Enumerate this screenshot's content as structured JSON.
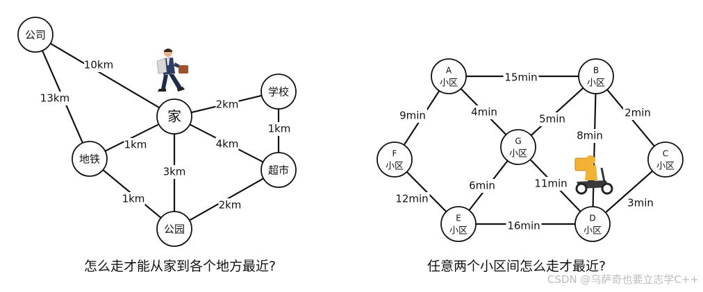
{
  "left_graph": {
    "caption": "怎么走才能从家到各个地方最近?",
    "nodes": [
      {
        "id": "company",
        "label": "公司"
      },
      {
        "id": "home",
        "label": "家"
      },
      {
        "id": "school",
        "label": "学校"
      },
      {
        "id": "metro",
        "label": "地铁"
      },
      {
        "id": "supermarket",
        "label": "超市"
      },
      {
        "id": "park",
        "label": "公园"
      }
    ],
    "edges": [
      {
        "from": "company",
        "to": "home",
        "label": "10km"
      },
      {
        "from": "company",
        "to": "metro",
        "label": "13km"
      },
      {
        "from": "home",
        "to": "school",
        "label": "2km"
      },
      {
        "from": "school",
        "to": "supermarket",
        "label": "1km"
      },
      {
        "from": "home",
        "to": "metro",
        "label": "1km"
      },
      {
        "from": "home",
        "to": "supermarket",
        "label": "4km"
      },
      {
        "from": "home",
        "to": "park",
        "label": "3km"
      },
      {
        "from": "metro",
        "to": "park",
        "label": "1km"
      },
      {
        "from": "supermarket",
        "to": "park",
        "label": "2km"
      }
    ]
  },
  "right_graph": {
    "caption": "任意两个小区间怎么走才最近?",
    "nodes": [
      {
        "id": "A",
        "letter": "A",
        "sub": "小区"
      },
      {
        "id": "B",
        "letter": "B",
        "sub": "小区"
      },
      {
        "id": "C",
        "letter": "C",
        "sub": "小区"
      },
      {
        "id": "D",
        "letter": "D",
        "sub": "小区"
      },
      {
        "id": "E",
        "letter": "E",
        "sub": "小区"
      },
      {
        "id": "F",
        "letter": "F",
        "sub": "小区"
      },
      {
        "id": "G",
        "letter": "G",
        "sub": "小区"
      }
    ],
    "edges": [
      {
        "from": "A",
        "to": "B",
        "label": "15min"
      },
      {
        "from": "A",
        "to": "F",
        "label": "9min"
      },
      {
        "from": "A",
        "to": "G",
        "label": "4min"
      },
      {
        "from": "B",
        "to": "G",
        "label": "5min"
      },
      {
        "from": "B",
        "to": "D",
        "label": "8min"
      },
      {
        "from": "B",
        "to": "C",
        "label": "2min"
      },
      {
        "from": "G",
        "to": "E",
        "label": "6min"
      },
      {
        "from": "G",
        "to": "D",
        "label": "11min"
      },
      {
        "from": "F",
        "to": "E",
        "label": "12min"
      },
      {
        "from": "E",
        "to": "D",
        "label": "16min"
      },
      {
        "from": "C",
        "to": "D",
        "label": "3min"
      }
    ]
  },
  "illustrations": {
    "walker": "walking-businessman-illustration",
    "rider": "delivery-scooter-rider-illustration"
  },
  "watermark": "CSDN @乌萨奇也要立志学C++"
}
